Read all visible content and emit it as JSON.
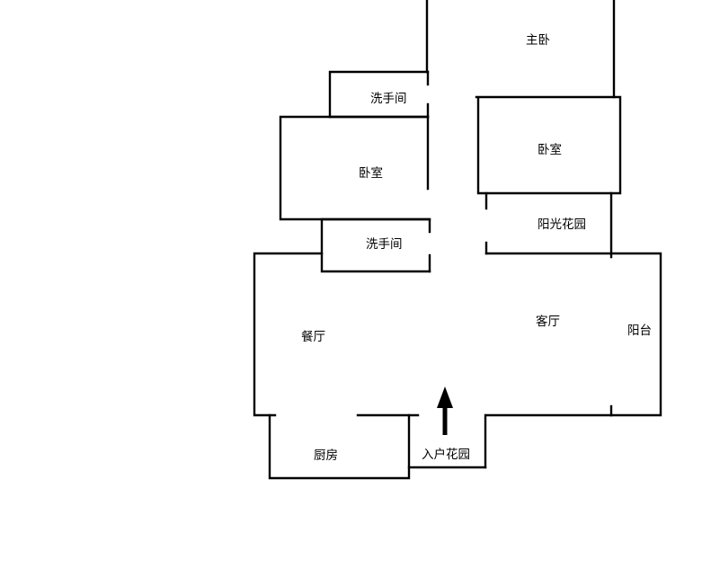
{
  "rooms": {
    "master_bedroom": "主卧",
    "washroom_top": "洗手间",
    "bedroom_left": "卧室",
    "bedroom_right": "卧室",
    "sun_garden": "阳光花园",
    "washroom_mid": "洗手间",
    "living_room": "客厅",
    "dining_room": "餐厅",
    "balcony": "阳台",
    "kitchen": "厨房",
    "entrance_garden": "入户花园"
  },
  "icons": {
    "entrance_arrow": "arrow-up-icon"
  },
  "colors": {
    "wall": "#000000",
    "background": "#ffffff"
  }
}
